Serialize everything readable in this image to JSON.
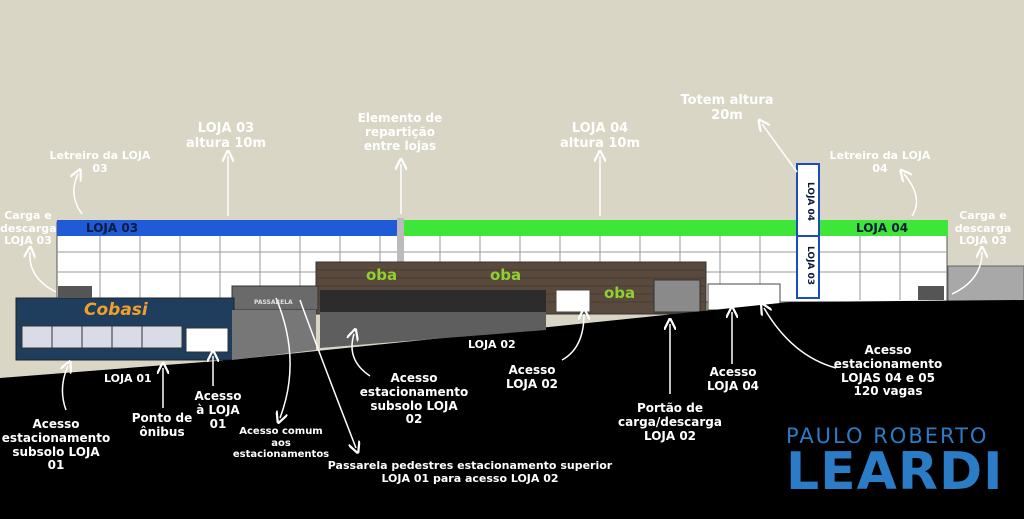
{
  "signs": {
    "loja03": "LOJA 03",
    "loja04": "LOJA 04",
    "cobasi": "Cobasi",
    "oba": "oba",
    "totem_top": "LOJA 04",
    "totem_bottom": "LOJA 03",
    "passarela": "PASSARELA"
  },
  "labels": {
    "letreiro_loja03": "Letreiro da LOJA\n03",
    "loja03_altura": "LOJA 03\naltura 10m",
    "elemento": "Elemento de\nrepartição\nentre lojas",
    "loja04_altura": "LOJA 04\naltura 10m",
    "totem": "Totem altura\n20m",
    "letreiro_loja04": "Letreiro da LOJA\n04",
    "carga_left": "Carga e\ndescarga\nLOJA 03",
    "carga_right": "Carga e\ndescarga\nLOJA 03",
    "loja01": "LOJA 01",
    "loja02": "LOJA 02",
    "acesso_est_01": "Acesso\nestacionamento\nsubsolo LOJA\n01",
    "ponto_onibus": "Ponto de\nônibus",
    "acesso_loja01": "Acesso\nà LOJA\n01",
    "acesso_comum": "Acesso comum\naos\nestacionamentos",
    "acesso_est_02": "Acesso\nestacionamento\nsubsolo LOJA\n02",
    "passarela_note": "Passarela pedestres estacionamento superior\nLOJA 01 para acesso LOJA 02",
    "acesso_loja02": "Acesso\nLOJA 02",
    "portao": "Portão de\ncarga/descarga\nLOJA 02",
    "acesso_loja04": "Acesso\nLOJA 04",
    "acesso_est_04_05": "Acesso\nestacionamento\nLOJAS 04 e 05\n120 vagas"
  },
  "brand": {
    "line1": "PAULO ROBERTO",
    "line2": "LEARDI"
  },
  "colors": {
    "sky": "#d9d6c6",
    "loja03_band": "#1f5bd6",
    "loja04_band": "#3ee63a",
    "ground": "#000000",
    "brand": "#2b7cc7"
  }
}
